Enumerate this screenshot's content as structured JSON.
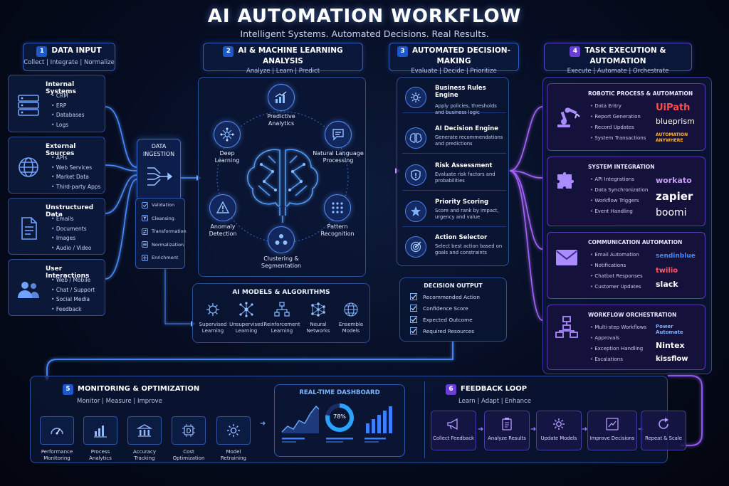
{
  "header": {
    "title": "AI AUTOMATION WORKFLOW",
    "subtitle": "Intelligent Systems. Automated Decisions. Real Results."
  },
  "stages": [
    {
      "num": "1",
      "name": "DATA INPUT",
      "sub": "Collect | Integrate | Normalize"
    },
    {
      "num": "2",
      "name": "AI & MACHINE LEARNING ANALYSIS",
      "sub": "Analyze | Learn | Predict"
    },
    {
      "num": "3",
      "name": "AUTOMATED DECISION-MAKING",
      "sub": "Evaluate | Decide | Prioritize"
    },
    {
      "num": "4",
      "name": "TASK EXECUTION & AUTOMATION",
      "sub": "Execute | Automate | Orchestrate"
    }
  ],
  "sources": [
    {
      "title": "Internal Systems",
      "icon": "server-icon",
      "items": [
        "CRM",
        "ERP",
        "Databases",
        "Logs"
      ]
    },
    {
      "title": "External Sources",
      "icon": "globe-icon",
      "items": [
        "APIs",
        "Web Services",
        "Market Data",
        "Third-party Apps"
      ]
    },
    {
      "title": "Unstructured Data",
      "icon": "document-icon",
      "items": [
        "Emails",
        "Documents",
        "Images",
        "Audio / Video"
      ]
    },
    {
      "title": "User Interactions",
      "icon": "users-icon",
      "items": [
        "Web / Mobile",
        "Chat / Support",
        "Social Media",
        "Feedback"
      ]
    }
  ],
  "ingestion": {
    "title_line1": "DATA",
    "title_line2": "INGESTION",
    "steps": [
      "Validation",
      "Cleansing",
      "Transformation",
      "Normalization",
      "Enrichment"
    ]
  },
  "ml_nodes": {
    "predictive": {
      "line1": "Predictive",
      "line2": "Analytics"
    },
    "deep": {
      "line1": "Deep",
      "line2": "Learning"
    },
    "nlp": {
      "line1": "Natural Language",
      "line2": "Processing"
    },
    "anomaly": {
      "line1": "Anomaly",
      "line2": "Detection"
    },
    "pattern": {
      "line1": "Pattern",
      "line2": "Recognition"
    },
    "cluster": {
      "line1": "Clustering &",
      "line2": "Segmentation"
    }
  },
  "models": {
    "title": "AI MODELS & ALGORITHMS",
    "items": [
      {
        "line1": "Supervised",
        "line2": "Learning"
      },
      {
        "line1": "Unsupervised",
        "line2": "Learning"
      },
      {
        "line1": "Reinforcement",
        "line2": "Learning"
      },
      {
        "line1": "Neural",
        "line2": "Networks"
      },
      {
        "line1": "Ensemble",
        "line2": "Models"
      }
    ]
  },
  "decisions": [
    {
      "title_line1": "Business Rules",
      "title_line2": "Engine",
      "desc": "Apply policies, thresholds and business logic",
      "icon": "gear-icon"
    },
    {
      "title_line1": "AI Decision Engine",
      "title_line2": "",
      "desc": "Generate recommendations and predictions",
      "icon": "brain-icon"
    },
    {
      "title_line1": "Risk Assessment",
      "title_line2": "",
      "desc": "Evaluate risk factors and probabilities",
      "icon": "shield-icon"
    },
    {
      "title_line1": "Priority Scoring",
      "title_line2": "",
      "desc": "Score and rank by impact, urgency and value",
      "icon": "star-icon"
    },
    {
      "title_line1": "Action Selector",
      "title_line2": "",
      "desc": "Select best action based on goals and constraints",
      "icon": "target-icon"
    }
  ],
  "decision_output": {
    "title": "DECISION OUTPUT",
    "items": [
      "Recommended Action",
      "Confidence Score",
      "Expected Outcome",
      "Required Resources"
    ]
  },
  "tasks": [
    {
      "title": "ROBOTIC PROCESS & AUTOMATION",
      "icon": "robot-arm-icon",
      "items": [
        "Data Entry",
        "Report Generation",
        "Record Updates",
        "System Transactions"
      ],
      "brands": [
        "UiPath",
        "blueprism",
        "AUTOMATION ANYWHERE"
      ]
    },
    {
      "title": "SYSTEM INTEGRATION",
      "icon": "puzzle-icon",
      "items": [
        "API Integrations",
        "Data Synchronization",
        "Workflow Triggers",
        "Event Handling"
      ],
      "brands": [
        "workato",
        "zapier",
        "boomi"
      ]
    },
    {
      "title": "COMMUNICATION AUTOMATION",
      "icon": "envelope-icon",
      "items": [
        "Email Automation",
        "Notifications",
        "Chatbot Responses",
        "Customer Updates"
      ],
      "brands": [
        "sendinblue",
        "twilio",
        "slack"
      ]
    },
    {
      "title": "WORKFLOW ORCHESTRATION",
      "icon": "flowchart-icon",
      "items": [
        "Multi-step Workflows",
        "Approvals",
        "Exception Handling",
        "Escalations"
      ],
      "brands": [
        "Power Automate",
        "Nintex",
        "kissflow"
      ]
    }
  ],
  "monitoring": {
    "num": "5",
    "name": "MONITORING & OPTIMIZATION",
    "sub": "Monitor | Measure | Improve",
    "items": [
      {
        "line1": "Performance",
        "line2": "Monitoring"
      },
      {
        "line1": "Process",
        "line2": "Analytics"
      },
      {
        "line1": "Accuracy",
        "line2": "Tracking"
      },
      {
        "line1": "Cost",
        "line2": "Optimization"
      },
      {
        "line1": "Model",
        "line2": "Retraining"
      }
    ],
    "dashboard_title": "REAL-TIME DASHBOARD",
    "dashboard_percent": "78%",
    "gauge_fraction": 0.78
  },
  "feedback": {
    "num": "6",
    "name": "FEEDBACK LOOP",
    "sub": "Learn | Adapt | Enhance",
    "items": [
      "Collect Feedback",
      "Analyze Results",
      "Update Models",
      "Improve Decisions",
      "Repeat & Scale"
    ]
  },
  "colors": {
    "accent_blue": "#3d7dff",
    "accent_violet": "#9a5cff",
    "glow_blue": "#58a6ff"
  }
}
